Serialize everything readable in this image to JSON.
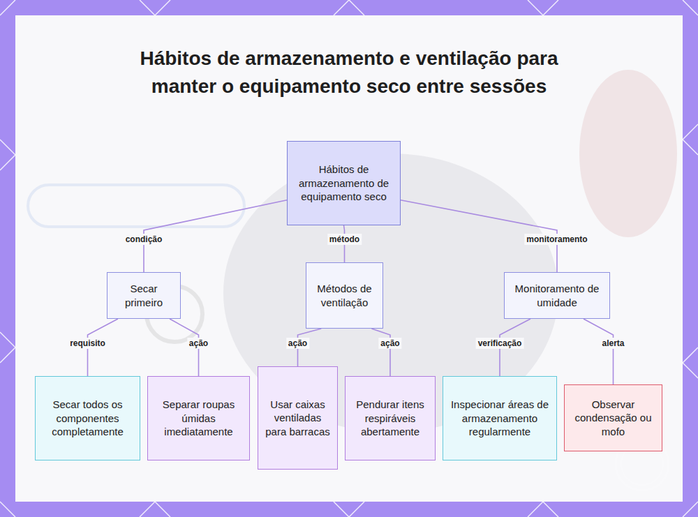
{
  "diagram": {
    "title": "Hábitos de armazenamento e ventilação para manter o equipamento seco entre sessões",
    "nodes": [
      {
        "text": [
          "Hábitos de armazenamento de equipamento seco"
        ]
      },
      {
        "text": [
          "Secar primeiro"
        ]
      },
      {
        "text": [
          "Métodos de ventilação"
        ]
      },
      {
        "text": [
          "Monitoramento de umidade"
        ]
      },
      {
        "text": [
          "Secar todos os componentes completamente"
        ]
      },
      {
        "text": [
          "Separar roupas úmidas imediatamente"
        ]
      },
      {
        "text": [
          "Usar caixas ventiladas para barracas"
        ]
      },
      {
        "text": [
          "Pendurar itens respiráveis abertamente"
        ]
      },
      {
        "text": [
          "Inspecionar áreas de armazenamento regularmente"
        ]
      },
      {
        "text": [
          "Observar condensação ou mofo"
        ]
      }
    ],
    "edges": [
      {
        "from": 0,
        "to": 1,
        "label": "condição",
        "arrow": "none"
      },
      {
        "from": 0,
        "to": 2,
        "label": "método",
        "arrow": "none"
      },
      {
        "from": 0,
        "to": 3,
        "label": "monitoramento",
        "arrow": "none"
      },
      {
        "from": 1,
        "to": 4,
        "label": "requisito",
        "arrow": "none"
      },
      {
        "from": 1,
        "to": 5,
        "label": "ação",
        "arrow": "none"
      },
      {
        "from": 2,
        "to": 6,
        "label": "ação",
        "arrow": "none"
      },
      {
        "from": 2,
        "to": 7,
        "label": "ação",
        "arrow": "none"
      },
      {
        "from": 3,
        "to": 8,
        "label": "verificação",
        "arrow": "none"
      },
      {
        "from": 3,
        "to": 9,
        "label": "alerta",
        "arrow": "none"
      }
    ]
  }
}
